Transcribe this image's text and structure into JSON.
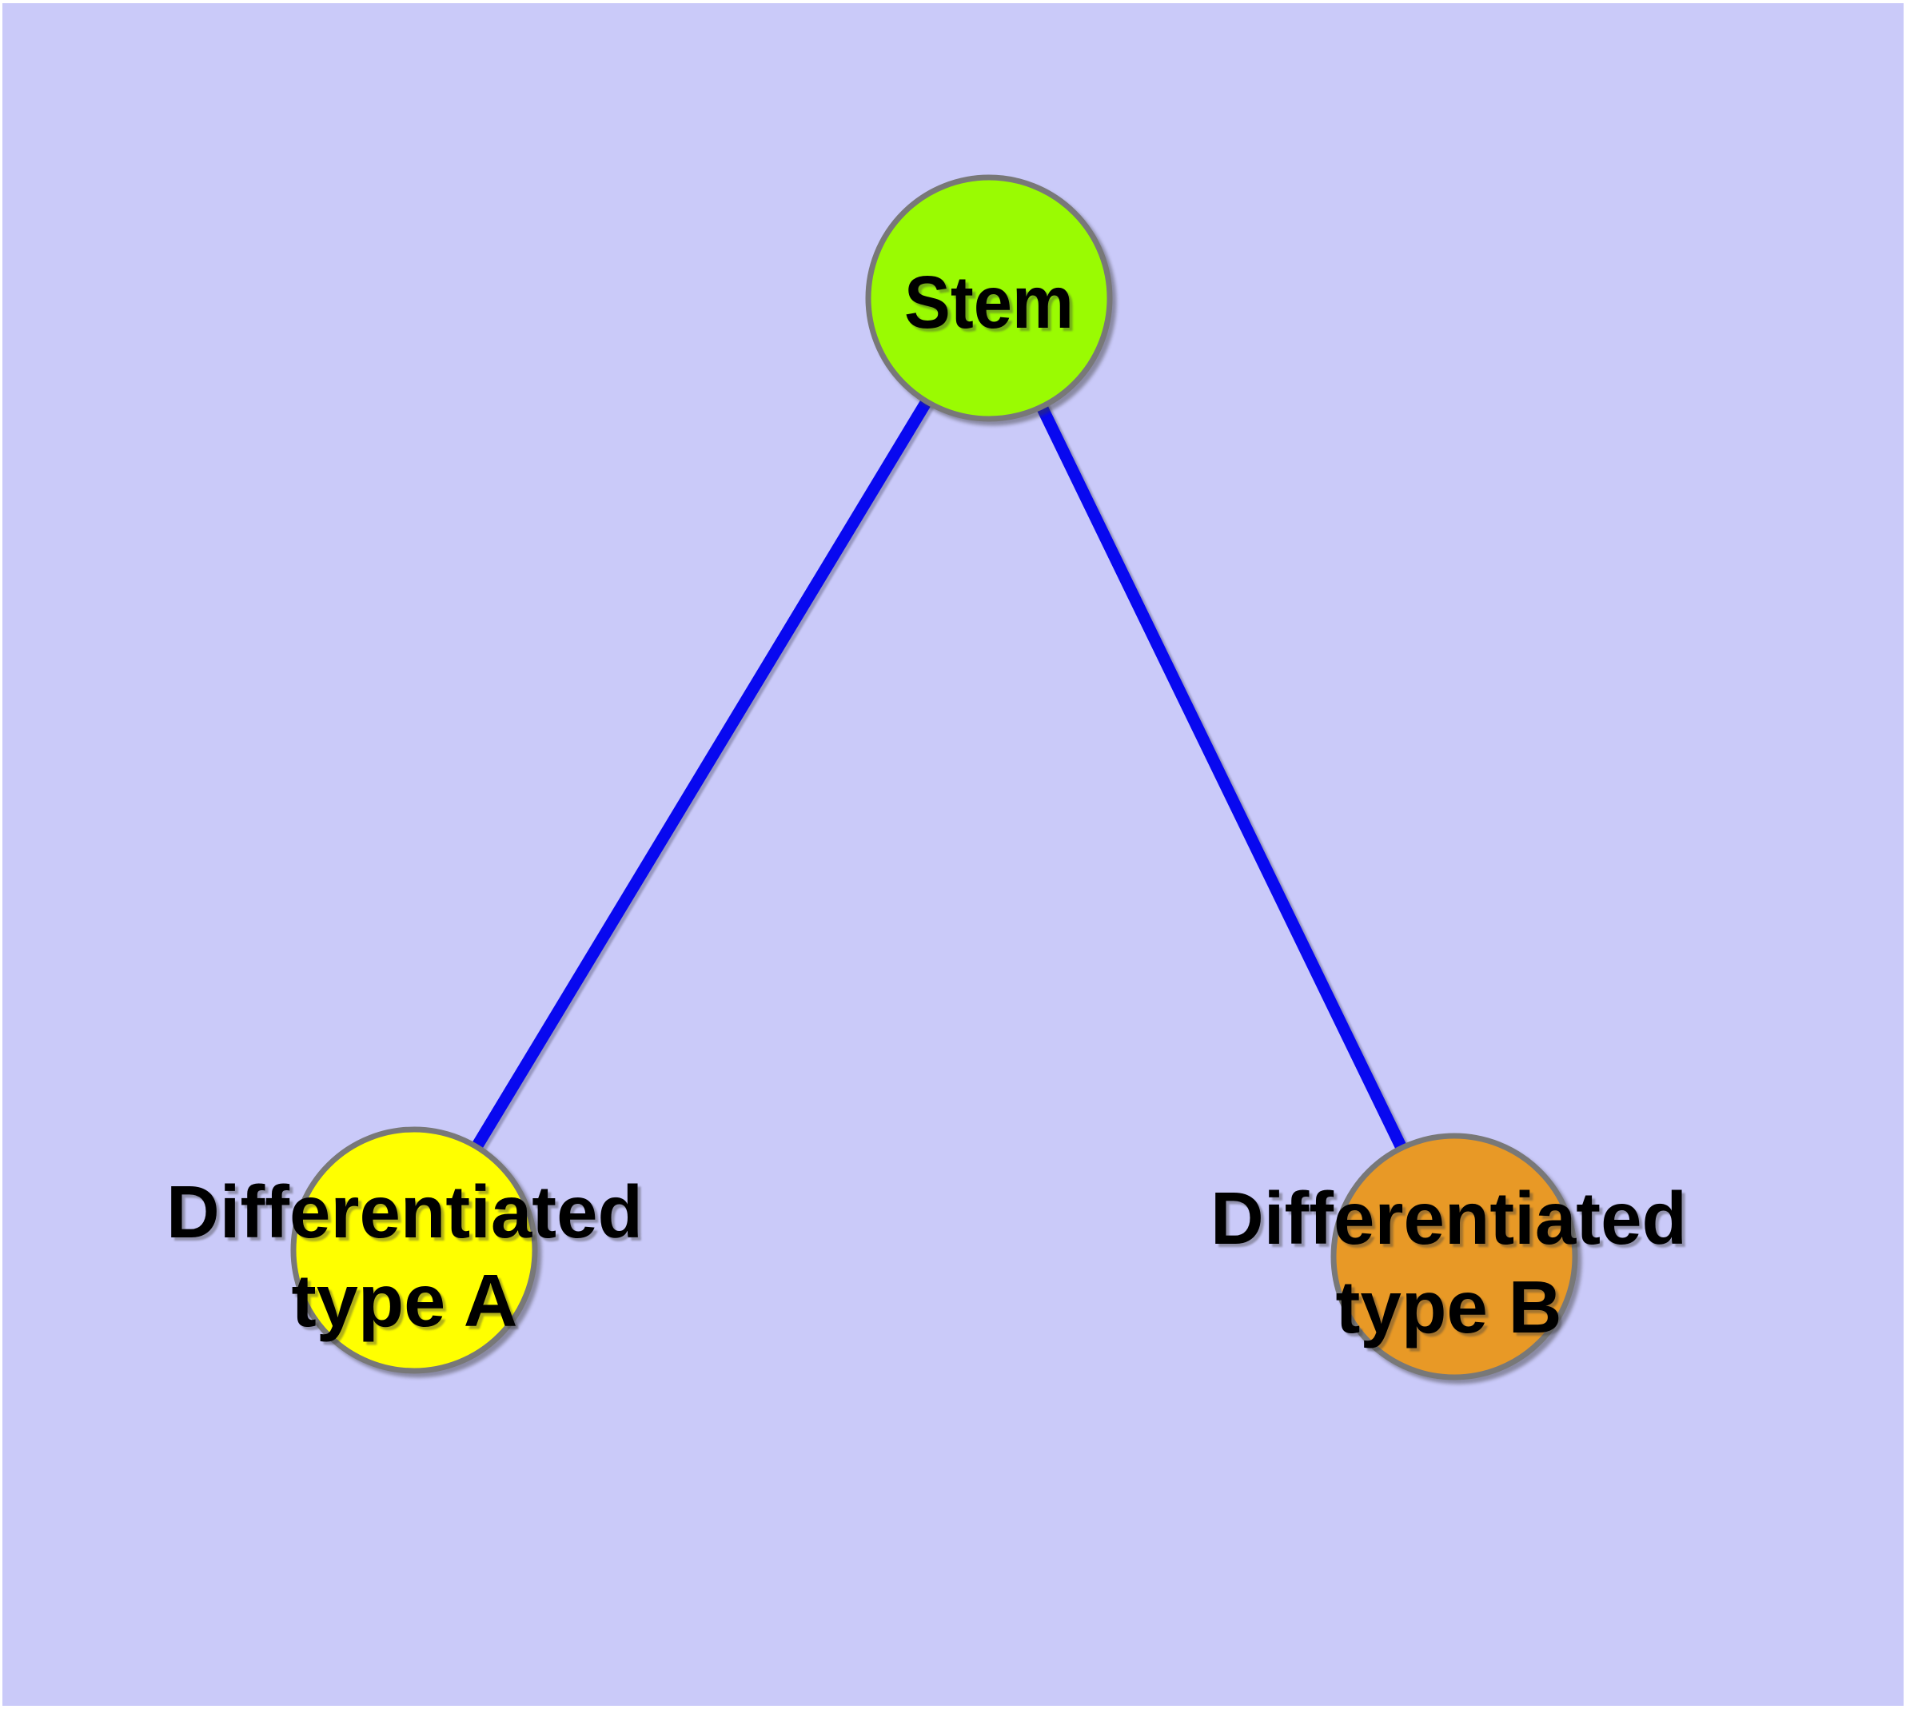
{
  "diagram": {
    "type": "graph",
    "description": "Stem cell differentiation tree with one root node and two leaf nodes",
    "background_color": "#CACAF9",
    "page_border_color": "#FFFFFF",
    "edge_color": "#0808F0",
    "node_border_color": "#787878",
    "label_color": "#000000",
    "nodes": [
      {
        "id": "stem",
        "label_lines": [
          "Stem"
        ],
        "fill": "#9AFB02"
      },
      {
        "id": "differentiated-type-a",
        "label_lines": [
          "Differentiated",
          "type A"
        ],
        "fill": "#FFFF00"
      },
      {
        "id": "differentiated-type-b",
        "label_lines": [
          "Differentiated",
          "type B"
        ],
        "fill": "#E89926"
      }
    ],
    "edges": [
      {
        "from": "stem",
        "to": "differentiated-type-a"
      },
      {
        "from": "stem",
        "to": "differentiated-type-b"
      }
    ]
  }
}
